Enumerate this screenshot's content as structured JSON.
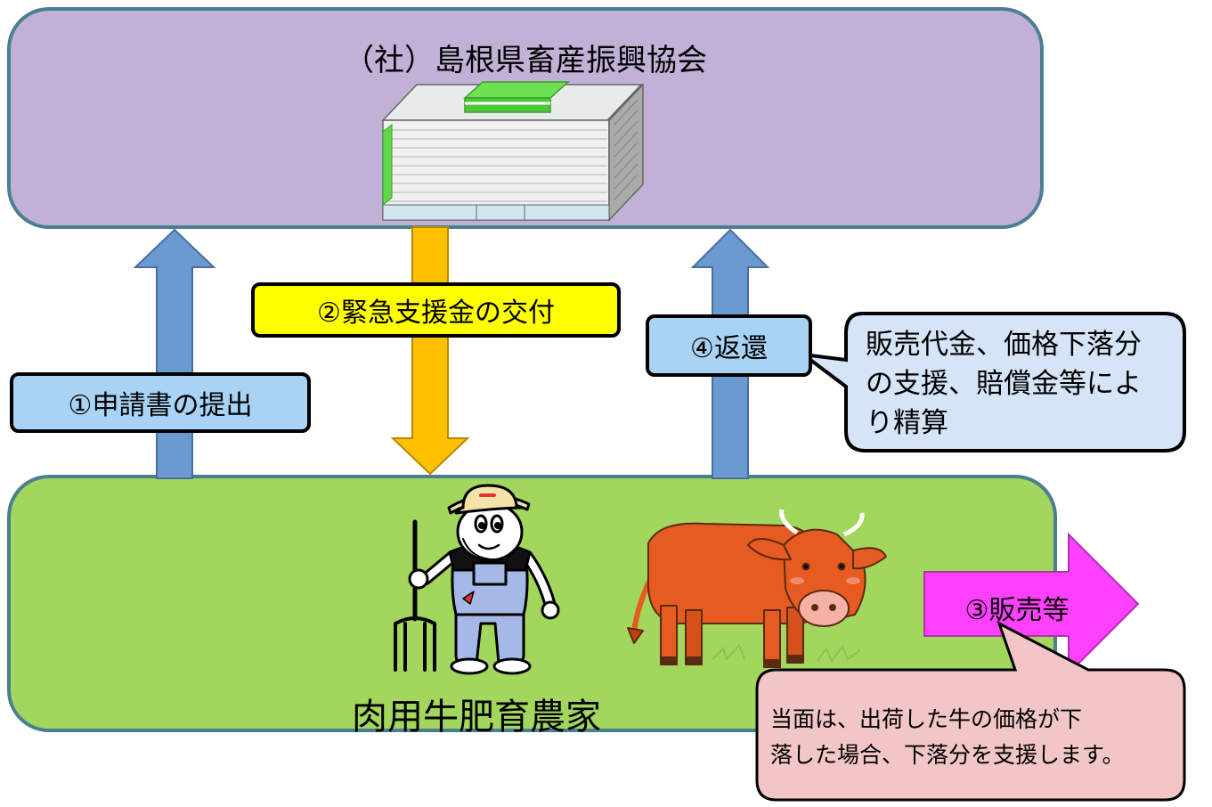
{
  "organization": {
    "name": "（社）島根県畜産振興協会"
  },
  "farm": {
    "name": "肉用牛肥育農家"
  },
  "steps": {
    "step1": "①申請書の提出",
    "step2": "②緊急支援金の交付",
    "step3": "③販売等",
    "step4": "④返還"
  },
  "callouts": {
    "return_note": {
      "line1": "販売代金、価格下落分",
      "line2": "の支援、賠償金等によ",
      "line3": "り精算"
    },
    "sales_note": {
      "line1": "当面は、出荷した牛の価格が下",
      "line2": "落した場合、下落分を支援します。"
    }
  },
  "colors": {
    "org_box": "#c2b1d6",
    "farm_box": "#a3d65c",
    "box_border": "#4a7f92",
    "arrow_blue": "#6a9bd0",
    "arrow_gold": "#ffc000",
    "arrow_magenta": "#ff40ff",
    "label_blue": "#a9d3f5",
    "label_yellow": "#ffff00",
    "callout_blue": "#d6e4f7",
    "callout_pink": "#f2c6c6"
  }
}
